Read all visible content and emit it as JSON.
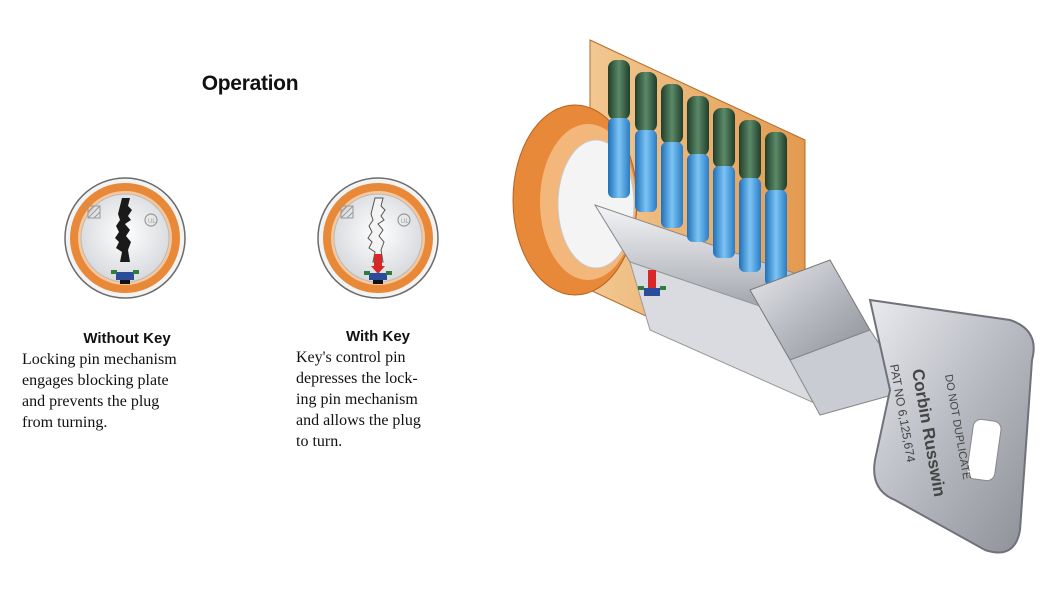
{
  "title": "Operation",
  "panels": [
    {
      "heading": "Without Key",
      "lines": [
        "Locking pin mechanism",
        "engages blocking plate",
        "and prevents the plug",
        "from turning."
      ]
    },
    {
      "heading": "With Key",
      "lines": [
        "Key's control pin",
        "depresses the lock-",
        "ing pin mechanism",
        "and allows the plug",
        "to turn."
      ]
    }
  ],
  "key": {
    "marking_top": "DO NOT DUPLICATE",
    "patent": "PAT NO 6,125,674",
    "brand": "Corbin Russwin"
  },
  "colors": {
    "housing_orange": "#e8893a",
    "brass": "#e9b36e",
    "pin_blue": "#4aa3e0",
    "spring_green": "#2e5a3a",
    "silver": "#c9ccd2"
  }
}
